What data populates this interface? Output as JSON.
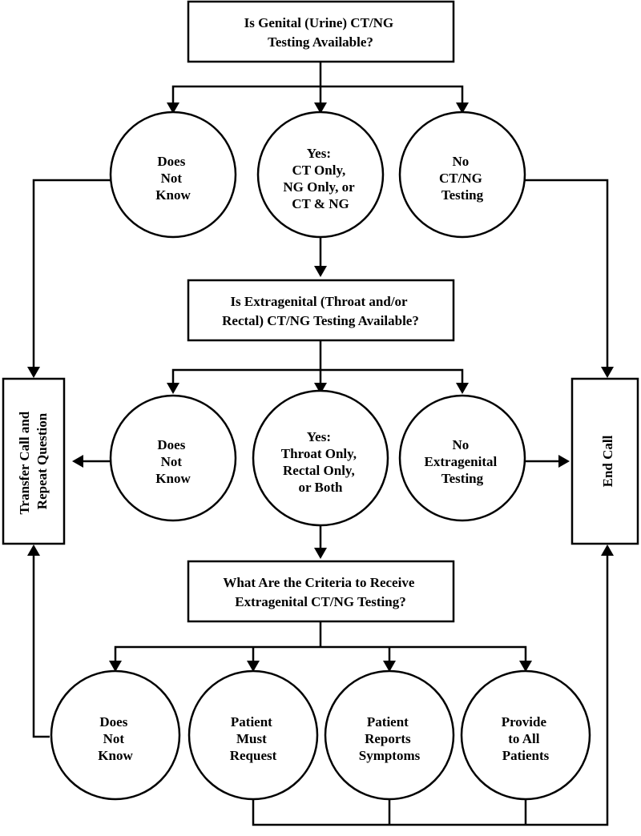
{
  "q1": {
    "lines": [
      "Is Genital (Urine) CT/NG",
      "Testing Available?"
    ]
  },
  "q1_answers": {
    "does_not_know": [
      "Does",
      "Not",
      "Know"
    ],
    "yes": [
      "Yes:",
      "CT Only,",
      "NG Only, or",
      "CT & NG"
    ],
    "no": [
      "No",
      "CT/NG",
      "Testing"
    ]
  },
  "q2": {
    "lines": [
      "Is Extragenital (Throat and/or",
      "Rectal) CT/NG Testing Available?"
    ]
  },
  "q2_answers": {
    "does_not_know": [
      "Does",
      "Not",
      "Know"
    ],
    "yes": [
      "Yes:",
      "Throat Only,",
      "Rectal Only,",
      "or Both"
    ],
    "no": [
      "No",
      "Extragenital",
      "Testing"
    ]
  },
  "q3": {
    "lines": [
      "What Are the Criteria to Receive",
      "Extragenital CT/NG Testing?"
    ]
  },
  "q3_answers": {
    "does_not_know": [
      "Does",
      "Not",
      "Know"
    ],
    "patient_must_request": [
      "Patient",
      "Must",
      "Request"
    ],
    "patient_reports_symptoms": [
      "Patient",
      "Reports",
      "Symptoms"
    ],
    "provide_to_all": [
      "Provide",
      "to All",
      "Patients"
    ]
  },
  "transfer": {
    "lines": [
      "Transfer Call and",
      "Repeat Question"
    ]
  },
  "end_call": {
    "lines": [
      "End Call"
    ]
  }
}
